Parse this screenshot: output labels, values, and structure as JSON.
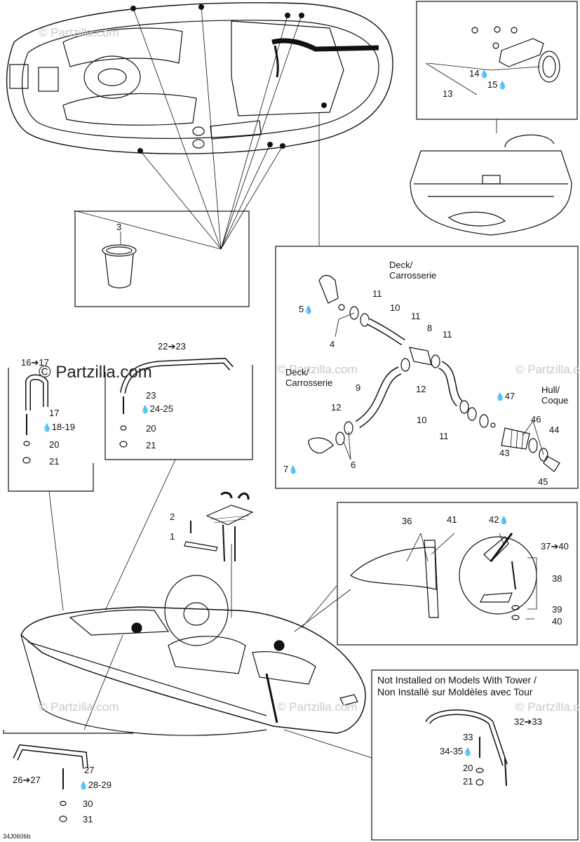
{
  "watermarks": {
    "main": "© Partzilla.com",
    "faint": "© Partzilla.com"
  },
  "diagram_code": "34J0606b",
  "callouts": {
    "c3": "3",
    "c13": "13",
    "c14": "14",
    "c15": "15",
    "c16_17": "16➔17",
    "c17a": "17",
    "c18_19": "18-19",
    "c20a": "20",
    "c21a": "21",
    "c22_23": "22➔23",
    "c23": "23",
    "c24_25": "24-25",
    "c20b": "20",
    "c21b": "21",
    "c2": "2",
    "c1": "1",
    "c4": "4",
    "c5": "5",
    "c6": "6",
    "c7": "7",
    "c8": "8",
    "c9": "9",
    "c10a": "10",
    "c10b": "10",
    "c11a": "11",
    "c11b": "11",
    "c11c": "11",
    "c11d": "11",
    "c12a": "12",
    "c12b": "12",
    "c43": "43",
    "c44": "44",
    "c45": "45",
    "c46": "46",
    "c47": "47",
    "c36": "36",
    "c41": "41",
    "c42": "42",
    "c37_40": "37➔40",
    "c38": "38",
    "c39": "39",
    "c40": "40",
    "c26_27": "26➔27",
    "c27": "27",
    "c28_29": "28-29",
    "c30": "30",
    "c31": "31",
    "c32_33": "32➔33",
    "c33": "33",
    "c34_35": "34-35",
    "c20c": "20",
    "c21c": "21"
  },
  "labels": {
    "deck_top_1": "Deck/",
    "deck_top_2": "Carrosserie",
    "deck_left_1": "Deck/",
    "deck_left_2": "Carrosserie",
    "hull_1": "Hull/",
    "hull_2": "Coque"
  },
  "note": {
    "line1": "Not Installed on Models With Tower /",
    "line2": "Non Installé sur Moldèles avec Tour"
  },
  "icons": {
    "sealant": "drop-icon",
    "arrow": "arrow-right-icon"
  }
}
